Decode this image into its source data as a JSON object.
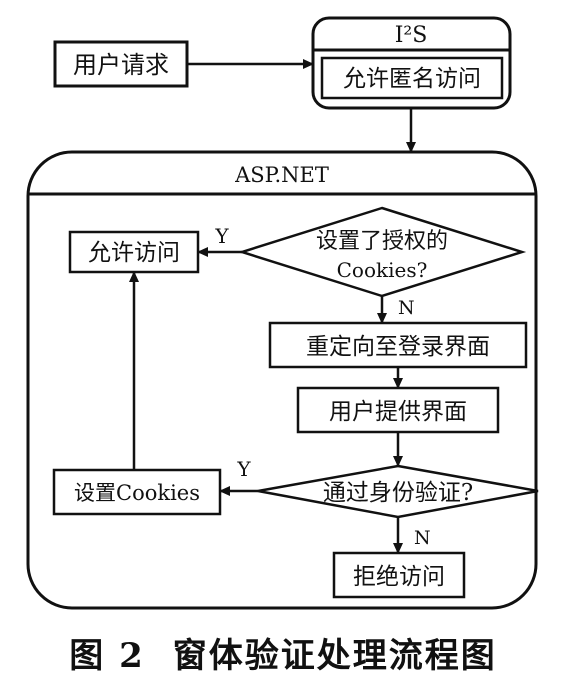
{
  "diagram": {
    "nodes": {
      "user_request": "用户请求",
      "iis_title": "I²S",
      "allow_anonymous": "允许匿名访问",
      "aspnet_title": "ASP.NET",
      "allow_access": "允许访问",
      "decision_cookie_line1": "设置了授权的",
      "decision_cookie_line2": "Cookies?",
      "redirect_login": "重定向至登录界面",
      "user_provide": "用户提供界面",
      "set_cookies": "设置Cookies",
      "decision_auth": "通过身份验证?",
      "deny_access": "拒绝访问"
    },
    "edge_labels": {
      "cookie_yes": "Y",
      "cookie_no": "N",
      "auth_yes": "Y",
      "auth_no": "N"
    }
  },
  "caption": {
    "figure_number": "图 2",
    "title": "窗体验证处理流程图"
  }
}
